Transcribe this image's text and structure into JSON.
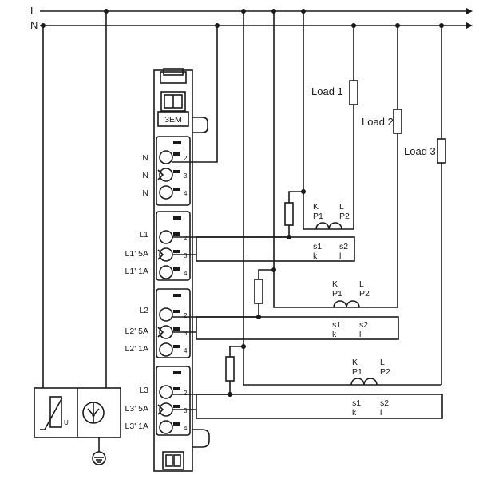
{
  "bus": {
    "l_label": "L",
    "n_label": "N"
  },
  "module": {
    "name": "3EM"
  },
  "terminals": {
    "n1": "N",
    "n2": "N",
    "n3": "N",
    "l1": "L1",
    "l1_5a": "L1' 5A",
    "l1_1a": "L1' 1A",
    "l2": "L2",
    "l2_5a": "L2' 5A",
    "l2_1a": "L2' 1A",
    "l3": "L3",
    "l3_5a": "L3' 5A",
    "l3_1a": "L3' 1A"
  },
  "pins": {
    "p2": "2",
    "p3": "3",
    "p4": "4"
  },
  "loads": {
    "load1": "Load 1",
    "load2": "Load 2",
    "load3": "Load 3"
  },
  "ct": {
    "k": "K",
    "p1": "P1",
    "l_upper": "L",
    "p2": "P2",
    "s1": "s1",
    "k_lower": "k",
    "s2": "s2",
    "l_lower": "l"
  },
  "device": {
    "varistor_u": "U"
  }
}
